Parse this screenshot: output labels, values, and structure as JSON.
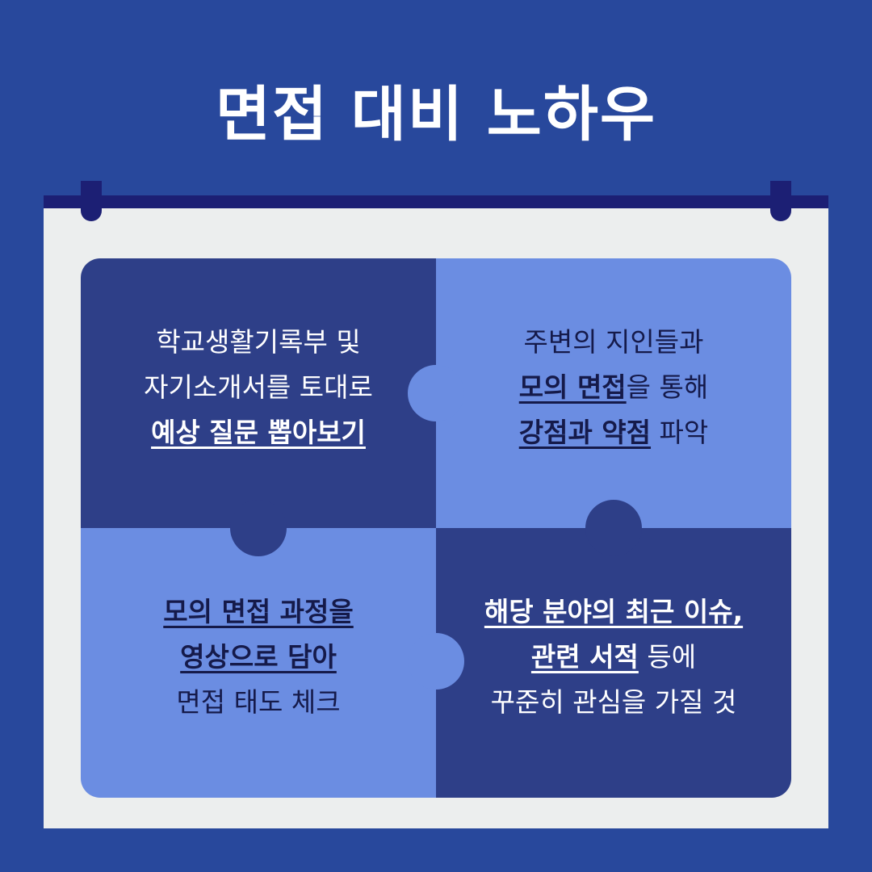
{
  "title": "면접 대비 노하우",
  "colors": {
    "background": "#28489c",
    "board": "#eceeee",
    "board_bar": "#1c1f74",
    "dark_tile": "#2e3f88",
    "light_tile": "#6b8de2"
  },
  "tiles": [
    {
      "line1": "학교생활기록부 및",
      "line2": "자기소개서를 토대로",
      "line3_highlight": "예상 질문 뽑아보기"
    },
    {
      "line1": "주변의 지인들과",
      "line2_highlight": "모의 면접",
      "line2_rest": "을 통해",
      "line3_highlight": "강점과 약점",
      "line3_rest": " 파악"
    },
    {
      "line1_highlight": "모의 면접 과정을",
      "line2_highlight": "영상으로 담아",
      "line3": "면접 태도 체크"
    },
    {
      "line1_highlight": "해당 분야의 최근 이슈,",
      "line2_highlight": "관련 서적",
      "line2_rest": " 등에",
      "line3": "꾸준히 관심을 가질 것"
    }
  ]
}
